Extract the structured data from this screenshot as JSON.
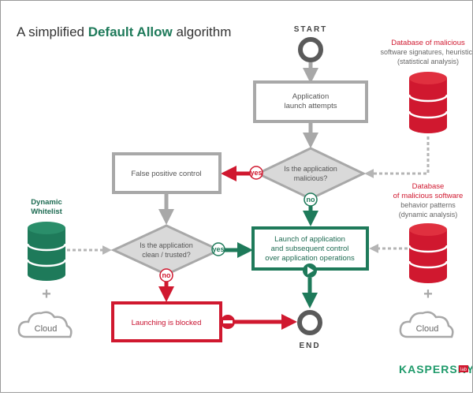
{
  "title": {
    "prefix": "A simplified ",
    "strong": "Default Allow",
    "suffix": " algorithm"
  },
  "terminals": {
    "start": "START",
    "end": "END"
  },
  "nodes": {
    "attempt": [
      "Application",
      "launch attempts"
    ],
    "malicious_question": [
      "Is the application",
      "malicious?"
    ],
    "false_positive": "False positive control",
    "clean_question": [
      "Is the application",
      "clean / trusted?"
    ],
    "launch": [
      "Launch of application",
      "and subsequent control",
      "over application operations"
    ],
    "blocked": "Launching is blocked"
  },
  "answers": {
    "yes_1": "yes",
    "no_1": "no",
    "yes_2": "yes",
    "no_2": "no"
  },
  "databases": {
    "signatures": {
      "title": "Database of malicious",
      "sub": [
        "software signatures, heuristics",
        "(statistical analysis)"
      ]
    },
    "behavior": {
      "title": [
        "Database",
        "of malicious software"
      ],
      "sub": [
        "behavior patterns",
        "(dynamic analysis)"
      ]
    },
    "whitelist": {
      "title": [
        "Dynamic",
        "Whitelist"
      ]
    }
  },
  "cloud_label": "Cloud",
  "plus": "+",
  "logo": {
    "text": "KASPERSKY",
    "suffix": "lab"
  },
  "colors": {
    "green": "#1e7a5a",
    "red": "#d0182f",
    "gray": "#a8a8a8",
    "dark_gray": "#5a5a5a"
  }
}
